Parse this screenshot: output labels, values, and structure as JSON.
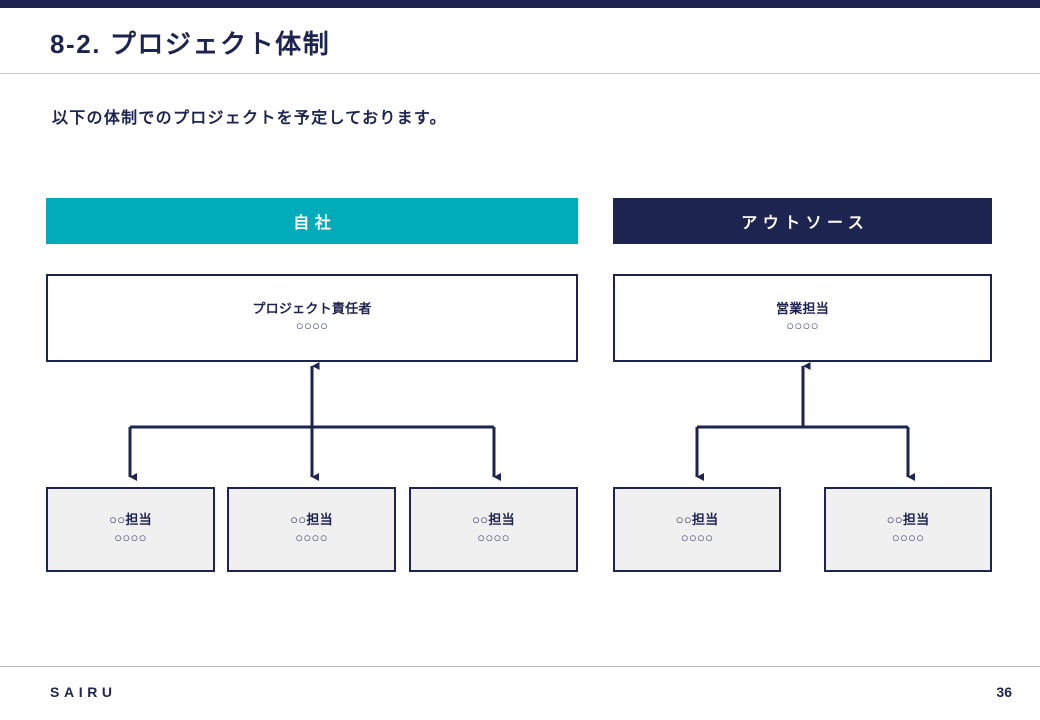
{
  "slide": {
    "top_accent_color": "#1e2450",
    "title": "8-2. プロジェクト体制",
    "lead": "以下の体制でのプロジェクトを予定しております。",
    "page_number": "36",
    "logo": "SAIRU"
  },
  "colors": {
    "navy": "#1e2450",
    "teal": "#00acb9",
    "child_fill": "#f0f0f0",
    "rule": "#c9c9cf"
  },
  "groups": [
    {
      "id": "self",
      "header_label": "自社",
      "header_color": "#00acb9",
      "parent": {
        "role": "プロジェクト責任者",
        "name": "○○○○"
      },
      "children": [
        {
          "role": "○○担当",
          "name": "○○○○"
        },
        {
          "role": "○○担当",
          "name": "○○○○"
        },
        {
          "role": "○○担当",
          "name": "○○○○"
        }
      ]
    },
    {
      "id": "outsource",
      "header_label": "アウトソース",
      "header_color": "#1e2450",
      "parent": {
        "role": "営業担当",
        "name": "○○○○"
      },
      "children": [
        {
          "role": "○○担当",
          "name": "○○○○"
        },
        {
          "role": "○○担当",
          "name": "○○○○"
        }
      ]
    }
  ]
}
